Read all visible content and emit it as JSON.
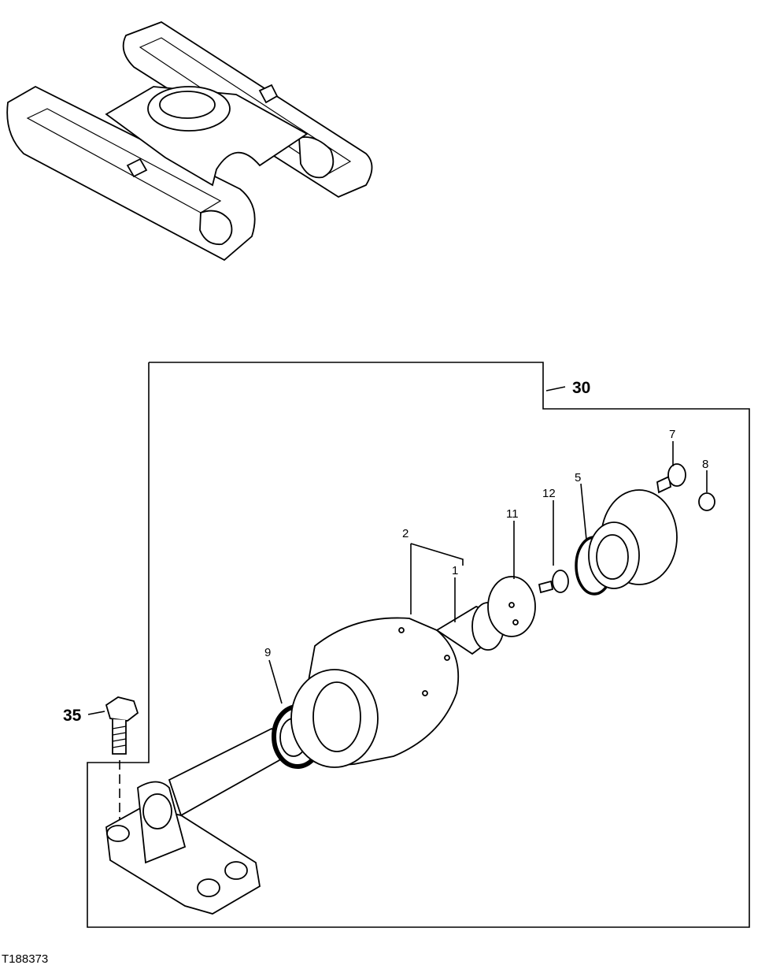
{
  "figure_id": "T188373",
  "callouts": {
    "c1": "1",
    "c2": "2",
    "c5": "5",
    "c7": "7",
    "c8": "8",
    "c9": "9",
    "c11": "11",
    "c12": "12",
    "c30": "30",
    "c35": "35"
  }
}
